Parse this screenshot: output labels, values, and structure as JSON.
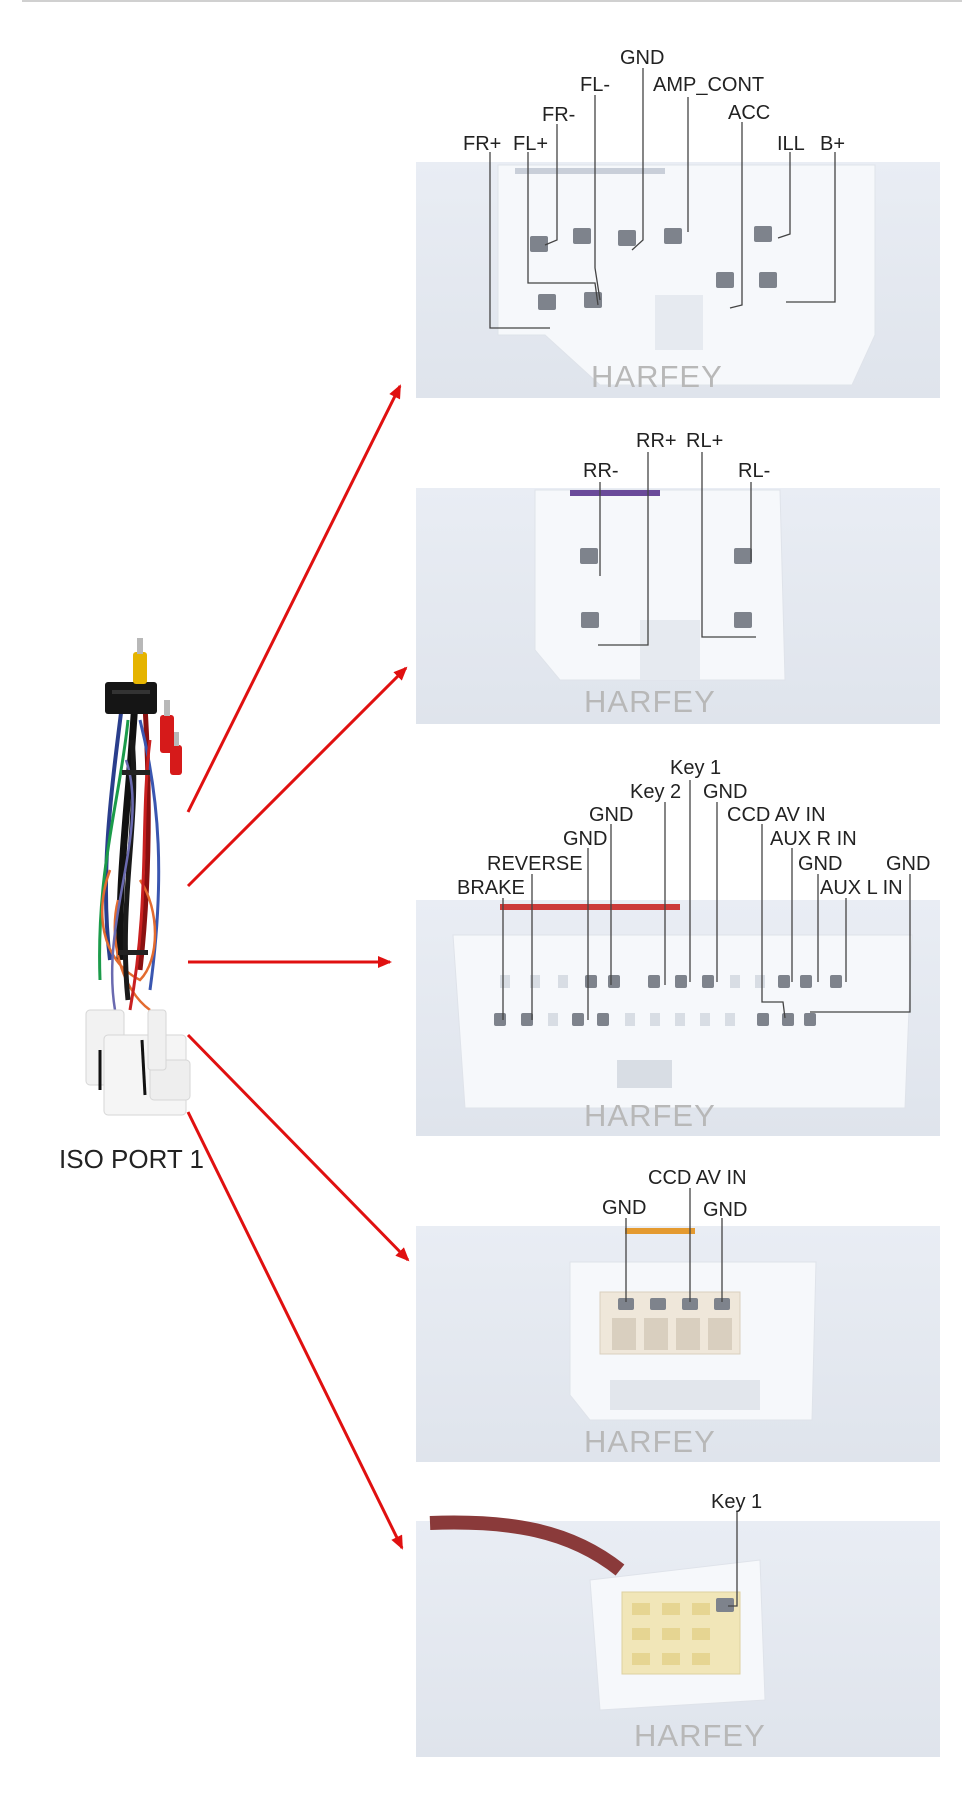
{
  "harness_label": "ISO PORT 1",
  "watermark": "HARFEY",
  "connectors": [
    {
      "id": "c1",
      "labels": [
        "FR+",
        "FL+",
        "FR-",
        "FL-",
        "GND",
        "AMP_CONT",
        "ACC",
        "ILL",
        "B+"
      ]
    },
    {
      "id": "c2",
      "labels": [
        "RR-",
        "RR+",
        "RL+",
        "RL-"
      ]
    },
    {
      "id": "c3",
      "labels": [
        "BRAKE",
        "REVERSE",
        "GND",
        "GND",
        "Key 2",
        "Key 1",
        "GND",
        "CCD AV IN",
        "AUX R IN",
        "GND",
        "AUX L IN",
        "GND"
      ]
    },
    {
      "id": "c4",
      "labels": [
        "GND",
        "CCD AV IN",
        "GND"
      ]
    },
    {
      "id": "c5",
      "labels": [
        "Key 1"
      ]
    }
  ],
  "colors": {
    "arrow": "#e01010",
    "panel": "#e8ecf3",
    "connector_body": "#f7f8fb"
  }
}
